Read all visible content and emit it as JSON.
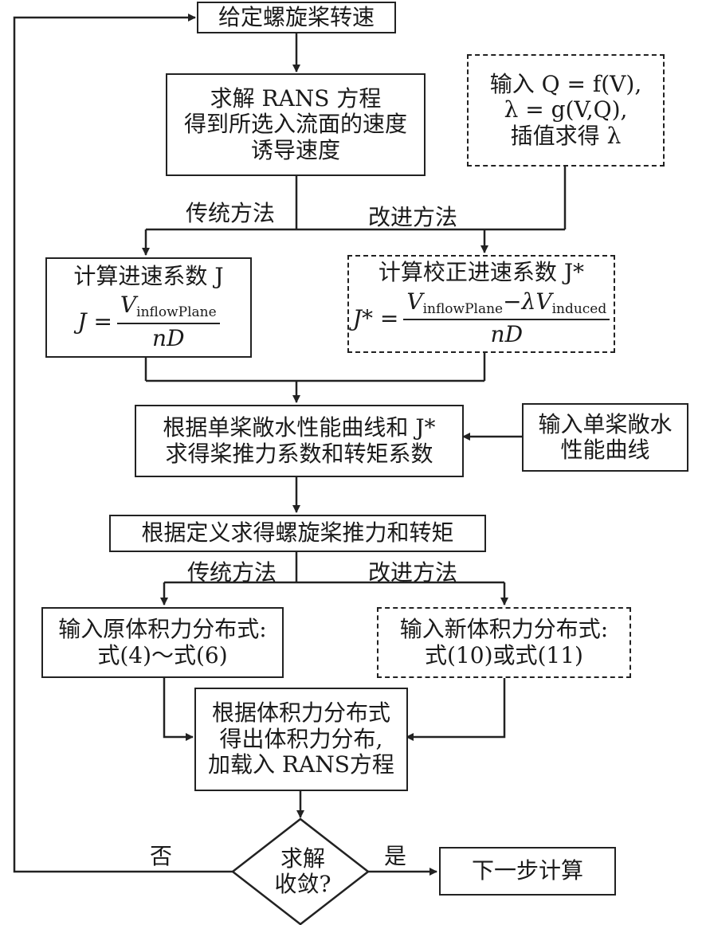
{
  "start": {
    "text": "给定螺旋桨转速"
  },
  "rans_solve": {
    "lines": [
      "求解 RANS 方程",
      "得到所选入流面的速度",
      "诱导速度"
    ]
  },
  "input_q": {
    "lines": [
      "输入 Q = f(V),",
      "λ = g(V,Q),",
      "插值求得 λ"
    ]
  },
  "branch1": {
    "traditional": "传统方法",
    "improved": "改进方法"
  },
  "calc_j": {
    "title": "计算进速系数 J",
    "lhs": "J =",
    "numerator_var": "V",
    "numerator_sub": "inflowPlane",
    "denominator": "nD"
  },
  "calc_jstar": {
    "title": "计算校正进速系数 J*",
    "lhs": "J* =",
    "numerator_var1": "V",
    "numerator_sub1": "inflowPlane",
    "minus_lambda": "−λ",
    "numerator_var2": "V",
    "numerator_sub2": "induced",
    "denominator": "nD"
  },
  "coef": {
    "lines": [
      "根据单桨敞水性能曲线和 J*",
      "求得桨推力系数和转矩系数"
    ]
  },
  "input_curve": {
    "lines": [
      "输入单桨敞水",
      "性能曲线"
    ]
  },
  "thrust": {
    "text": "根据定义求得螺旋桨推力和转矩"
  },
  "branch2": {
    "traditional": "传统方法",
    "improved": "改进方法"
  },
  "orig_dist": {
    "lines": [
      "输入原体积力分布式:",
      "式(4)～式(6)"
    ]
  },
  "new_dist": {
    "lines": [
      "输入新体积力分布式:",
      "式(10)或式(11)"
    ]
  },
  "load": {
    "lines": [
      "根据体积力分布式",
      "得出体积力分布,",
      "加载入 RANS方程"
    ]
  },
  "converge": {
    "lines": [
      "求解",
      "收敛?"
    ],
    "no": "否",
    "yes": "是"
  },
  "next": {
    "text": "下一步计算"
  }
}
